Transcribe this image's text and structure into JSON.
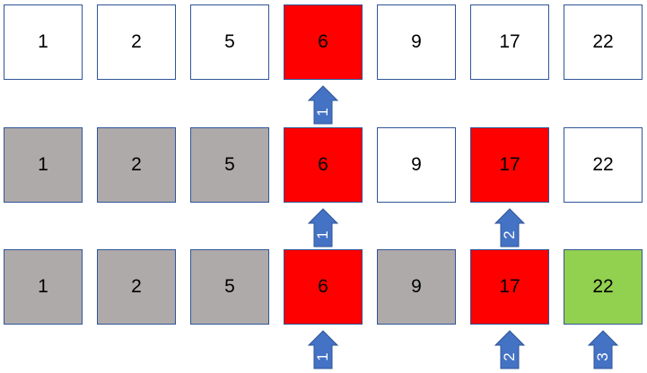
{
  "colors": {
    "white": "#ffffff",
    "gray": "#aeaaaa",
    "red": "#ff0000",
    "green": "#92d050",
    "border": "#2f5597",
    "arrow": "#4472c4"
  },
  "rows": [
    {
      "cells": [
        {
          "label": "1",
          "fill": "white"
        },
        {
          "label": "2",
          "fill": "white"
        },
        {
          "label": "5",
          "fill": "white"
        },
        {
          "label": "6",
          "fill": "red"
        },
        {
          "label": "9",
          "fill": "white"
        },
        {
          "label": "17",
          "fill": "white"
        },
        {
          "label": "22",
          "fill": "white"
        }
      ],
      "pointers": [
        {
          "label": "1",
          "column": 4
        }
      ]
    },
    {
      "cells": [
        {
          "label": "1",
          "fill": "gray"
        },
        {
          "label": "2",
          "fill": "gray"
        },
        {
          "label": "5",
          "fill": "gray"
        },
        {
          "label": "6",
          "fill": "red"
        },
        {
          "label": "9",
          "fill": "white"
        },
        {
          "label": "17",
          "fill": "red"
        },
        {
          "label": "22",
          "fill": "white"
        }
      ],
      "pointers": [
        {
          "label": "1",
          "column": 4
        },
        {
          "label": "2",
          "column": 6
        }
      ]
    },
    {
      "cells": [
        {
          "label": "1",
          "fill": "gray"
        },
        {
          "label": "2",
          "fill": "gray"
        },
        {
          "label": "5",
          "fill": "gray"
        },
        {
          "label": "6",
          "fill": "red"
        },
        {
          "label": "9",
          "fill": "gray"
        },
        {
          "label": "17",
          "fill": "red"
        },
        {
          "label": "22",
          "fill": "green"
        }
      ],
      "pointers": [
        {
          "label": "1",
          "column": 4
        },
        {
          "label": "2",
          "column": 6
        },
        {
          "label": "3",
          "column": 7
        }
      ]
    }
  ]
}
